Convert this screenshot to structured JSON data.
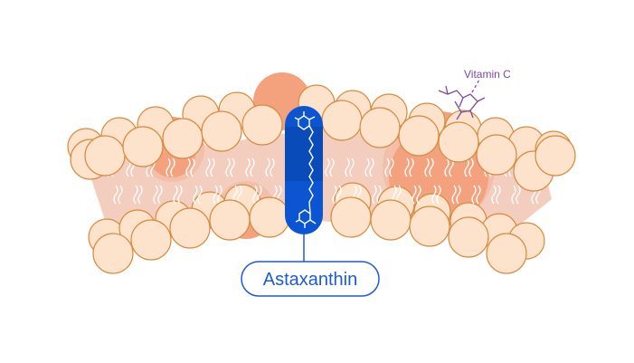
{
  "diagram": {
    "title": "Cell membrane with antioxidants",
    "labels": {
      "astaxanthin": "Astaxanthin",
      "vitamin_c": "Vitamin C"
    },
    "colors": {
      "head": "#fde3cc",
      "head_stroke": "#d98a3e",
      "membrane": "#f1c4b3",
      "blob": "#f4a27e",
      "astaxanthin": "#0b55d2",
      "astaxanthin_label": "#1c5ad8",
      "vitamin_c": "#7a4b9e"
    }
  }
}
